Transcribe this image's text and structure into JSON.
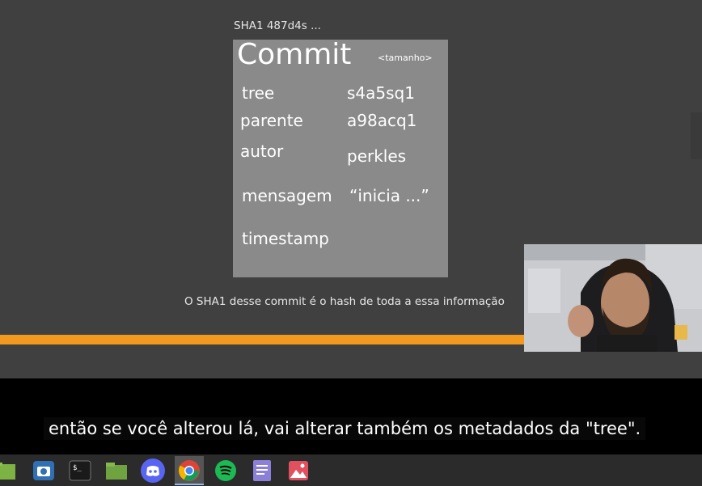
{
  "slide": {
    "sha_label": "SHA1 487d4s ...",
    "commit": {
      "title": "Commit",
      "size_tag": "<tamanho>",
      "fields": [
        {
          "label": "tree",
          "value": "s4a5sq1"
        },
        {
          "label": "parente",
          "value": "a98acq1"
        },
        {
          "label": "autor",
          "value": "perkles"
        },
        {
          "label": "mensagem",
          "value": "“inicia ...”"
        },
        {
          "label": "timestamp",
          "value": ""
        }
      ]
    },
    "note": "O SHA1 desse commit é o hash de toda a essa informação"
  },
  "video": {
    "progress_fraction": 0.75
  },
  "subtitle": {
    "text": "então se você alterou lá, vai alterar também os metadados da \"tree\"."
  },
  "taskbar": {
    "items": [
      {
        "icon": "folder-green-icon"
      },
      {
        "icon": "camera-app-icon"
      },
      {
        "icon": "terminal-icon"
      },
      {
        "icon": "files-icon"
      },
      {
        "icon": "discord-icon"
      },
      {
        "icon": "chrome-icon",
        "active": true
      },
      {
        "icon": "spotify-icon"
      },
      {
        "icon": "text-editor-icon"
      },
      {
        "icon": "image-viewer-icon"
      }
    ]
  },
  "colors": {
    "slide_bg": "#404040",
    "commit_box": "#8a8a8a",
    "progress": "#f39a1e"
  }
}
